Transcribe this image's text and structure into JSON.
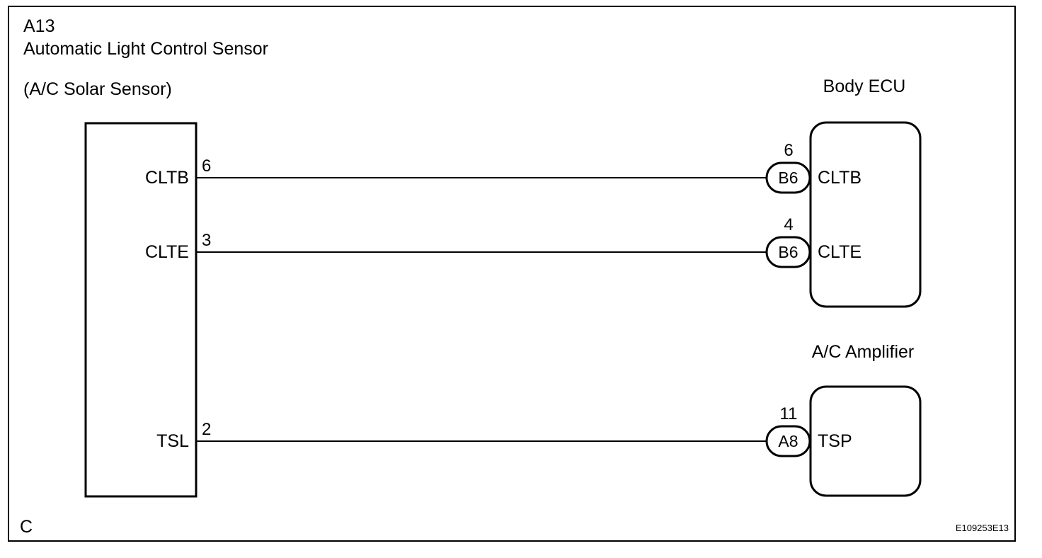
{
  "header": {
    "code": "A13",
    "name": "Automatic Light Control Sensor",
    "subname": "(A/C Solar Sensor)"
  },
  "sensor": {
    "pins": [
      {
        "label": "CLTB",
        "number": "6"
      },
      {
        "label": "CLTE",
        "number": "3"
      },
      {
        "label": "TSL",
        "number": "2"
      }
    ]
  },
  "body_ecu": {
    "title": "Body ECU",
    "pins": [
      {
        "connector": "B6",
        "number": "6",
        "label": "CLTB"
      },
      {
        "connector": "B6",
        "number": "4",
        "label": "CLTE"
      }
    ]
  },
  "ac_amplifier": {
    "title": "A/C Amplifier",
    "pins": [
      {
        "connector": "A8",
        "number": "11",
        "label": "TSP"
      }
    ]
  },
  "footer": {
    "left": "C",
    "right": "E109253E13"
  }
}
